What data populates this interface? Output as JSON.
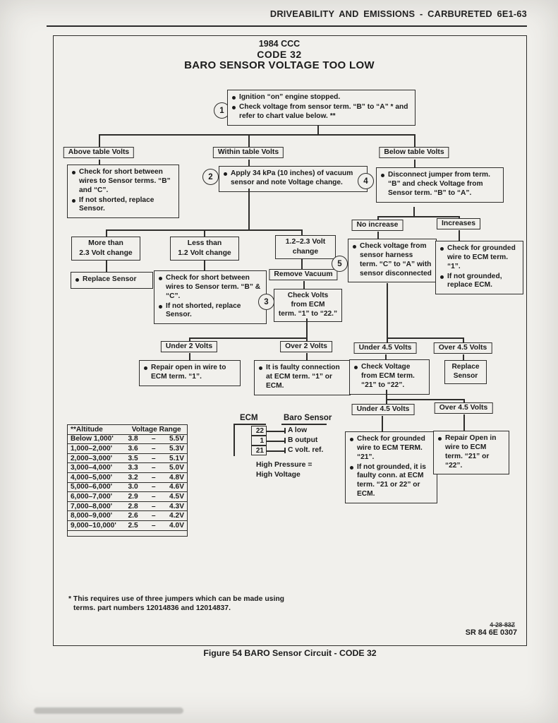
{
  "header": {
    "title": "DRIVEABILITY AND EMISSIONS - CARBURETED 6E1-63"
  },
  "title": {
    "line1": "1984 CCC",
    "line2": "CODE 32",
    "line3": "BARO SENSOR VOLTAGE TOO LOW"
  },
  "steps": {
    "s1": "1",
    "s2": "2",
    "s3": "3",
    "s4": "4",
    "s5": "5"
  },
  "boxes": {
    "start": {
      "b1": "Ignition “on” engine stopped.",
      "b2": "Check voltage from sensor term. “B” to “A” * and refer to chart value below. **"
    },
    "above_label": "Above table Volts",
    "within_label": "Within table Volts",
    "below_label": "Below table Volts",
    "above_check": {
      "b1": "Check for short between wires to Sensor terms. “B” and “C”.",
      "b2": "If not shorted, replace Sensor."
    },
    "apply_vacuum": {
      "b1": "Apply 34 kPa (10 inches) of vacuum sensor and note Voltage change."
    },
    "disconnect": {
      "b1": "Disconnect jumper from term. “B” and check Voltage from Sensor term. “B” to “A”."
    },
    "more_label1": "More than",
    "more_label2": "2.3 Volt change",
    "less_label1": "Less than",
    "less_label2": "1.2 Volt change",
    "mid_label1": "1.2–2.3 Volt",
    "mid_label2": "change",
    "replace1": {
      "b1": "Replace Sensor"
    },
    "short_check": {
      "b1": "Check for short between wires to Sensor term. “B” & “C”.",
      "b2": "If not shorted, replace Sensor."
    },
    "remove_vacuum": "Remove Vacuum",
    "check_volts1": "Check Volts",
    "check_volts2": "from ECM",
    "check_volts3": "term. “1” to “22.”",
    "no_increase": "No increase",
    "increases": "Increases",
    "harness": {
      "b1": "Check voltage from sensor harness term. “C” to “A” with sensor disconnected"
    },
    "grounded1": {
      "b1": "Check for grounded wire to ECM term. “1”.",
      "b2": "If not grounded, replace ECM."
    },
    "under2": "Under 2 Volts",
    "over2": "Over 2 Volts",
    "repair1": {
      "b1": "Repair open in wire to ECM term. “1”."
    },
    "faulty1": {
      "b1": "It is faulty connection at ECM term. “1” or ECM."
    },
    "under45a": "Under 4.5 Volts",
    "over45a": "Over 4.5 Volts",
    "check2122": {
      "b1": "Check Voltage from ECM term. “21” to “22”."
    },
    "replace2a": "Replace",
    "replace2b": "Sensor",
    "under45b": "Under 4.5 Volts",
    "over45b": "Over 4.5 Volts",
    "grounded21": {
      "b1": "Check for grounded wire to ECM TERM. “21”.",
      "b2": "If not grounded, it is faulty conn. at ECM term. “21 or 22” or ECM."
    },
    "repair2": {
      "b1": "Repair Open in wire to ECM term. “21” or “22”."
    }
  },
  "table": {
    "col1": "**Altitude",
    "col2": "Voltage Range",
    "dash": "–",
    "rows": [
      [
        "Below 1,000'",
        "3.8",
        "5.5V"
      ],
      [
        "1,000–2,000'",
        "3.6",
        "5.3V"
      ],
      [
        "2,000–3,000'",
        "3.5",
        "5.1V"
      ],
      [
        "3,000–4,000'",
        "3.3",
        "5.0V"
      ],
      [
        "4,000–5,000'",
        "3.2",
        "4.8V"
      ],
      [
        "5,000–6,000'",
        "3.0",
        "4.6V"
      ],
      [
        "6,000–7,000'",
        "2.9",
        "4.5V"
      ],
      [
        "7,000–8,000'",
        "2.8",
        "4.3V"
      ],
      [
        "8,000–9,000'",
        "2.6",
        "4.2V"
      ],
      [
        "9,000–10,000'",
        "2.5",
        "4.0V"
      ]
    ]
  },
  "connector": {
    "ecm": "ECM",
    "baro": "Baro Sensor",
    "pins": [
      {
        "num": "22",
        "label": "A  low"
      },
      {
        "num": "1",
        "label": "B  output"
      },
      {
        "num": "21",
        "label": "C  volt. ref."
      }
    ],
    "note1": "High Pressure =",
    "note2": "High Voltage"
  },
  "footer": {
    "footnote1": "* This requires use of three jumpers which can be made using",
    "footnote2": "terms. part numbers 12014836 and 12014837.",
    "stamp_struck": "4-28-83Z",
    "stamp": "SR 84 6E 0307",
    "caption": "Figure 54 BARO Sensor Circuit - CODE 32"
  }
}
